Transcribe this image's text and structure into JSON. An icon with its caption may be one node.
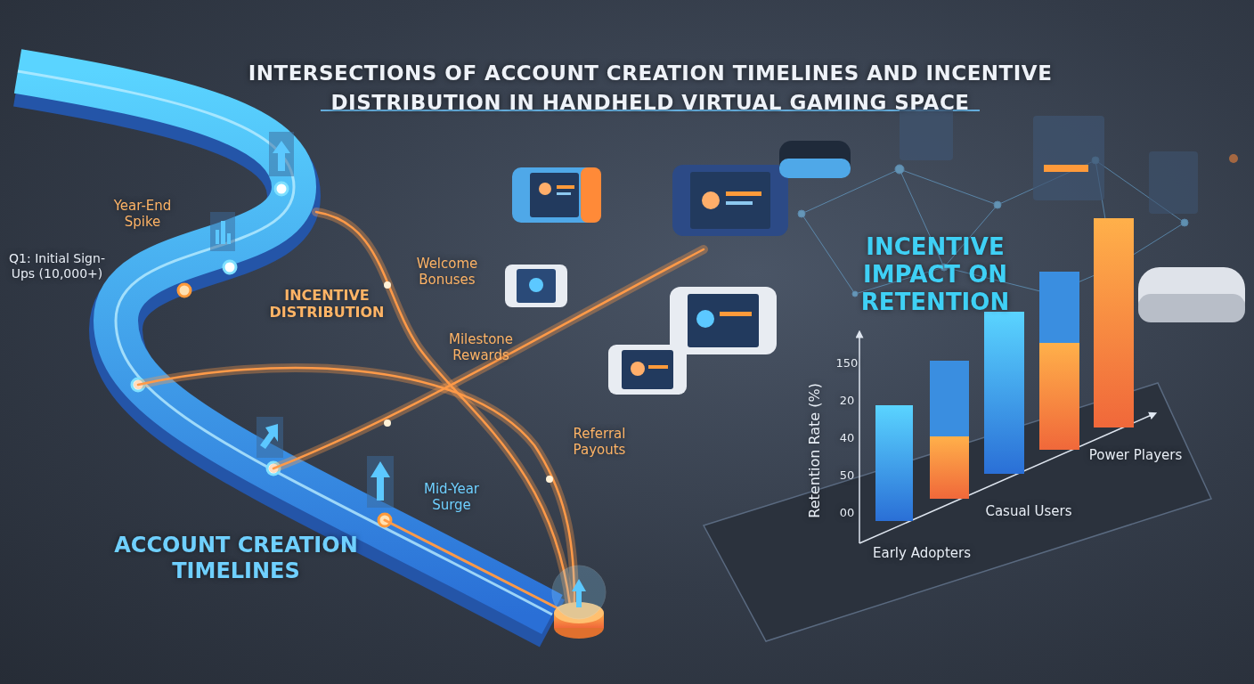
{
  "diagram": {
    "title": "INTERSECTIONS OF ACCOUNT CREATION TIMELINES AND INCENTIVE DISTRIBUTION IN HANDHELD VIRTUAL GAMING SPACE",
    "labels": [
      "Year-End Spike",
      "Q1: Initial Sign-Ups (10,000+)",
      "Welcome Bonuses",
      "INCENTIVE DISTRIBUTION",
      "Milestone Rewards",
      "Referral Payouts",
      "Mid-Year Surge",
      "ACCOUNT CREATION TIMELINES",
      "INCENTIVE IMPACT ON RETENTION",
      "Retention Rate (%)",
      "150",
      "20",
      "40",
      "50",
      "00",
      "Early Adopters",
      "Casual Users",
      "Power Players"
    ]
  }
}
